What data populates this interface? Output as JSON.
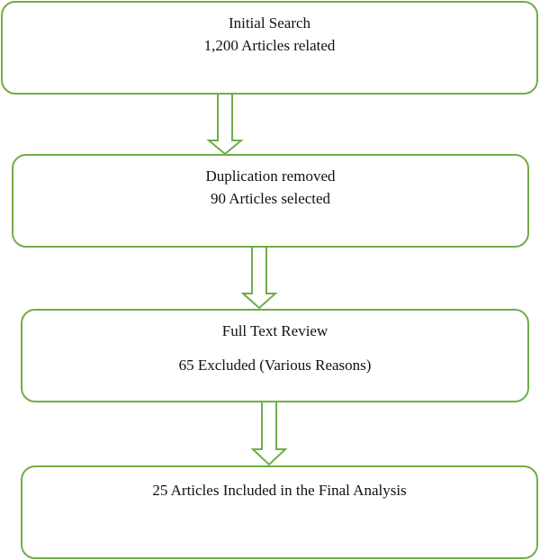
{
  "colors": {
    "accent": "#70ad47"
  },
  "steps": [
    {
      "title": "Initial Search",
      "detail": "1,200 Articles related"
    },
    {
      "title": "Duplication removed",
      "detail": "90 Articles selected"
    },
    {
      "title": "Full Text Review",
      "detail": "65 Excluded (Various Reasons)"
    },
    {
      "title": "25 Articles Included in the Final Analysis"
    }
  ]
}
